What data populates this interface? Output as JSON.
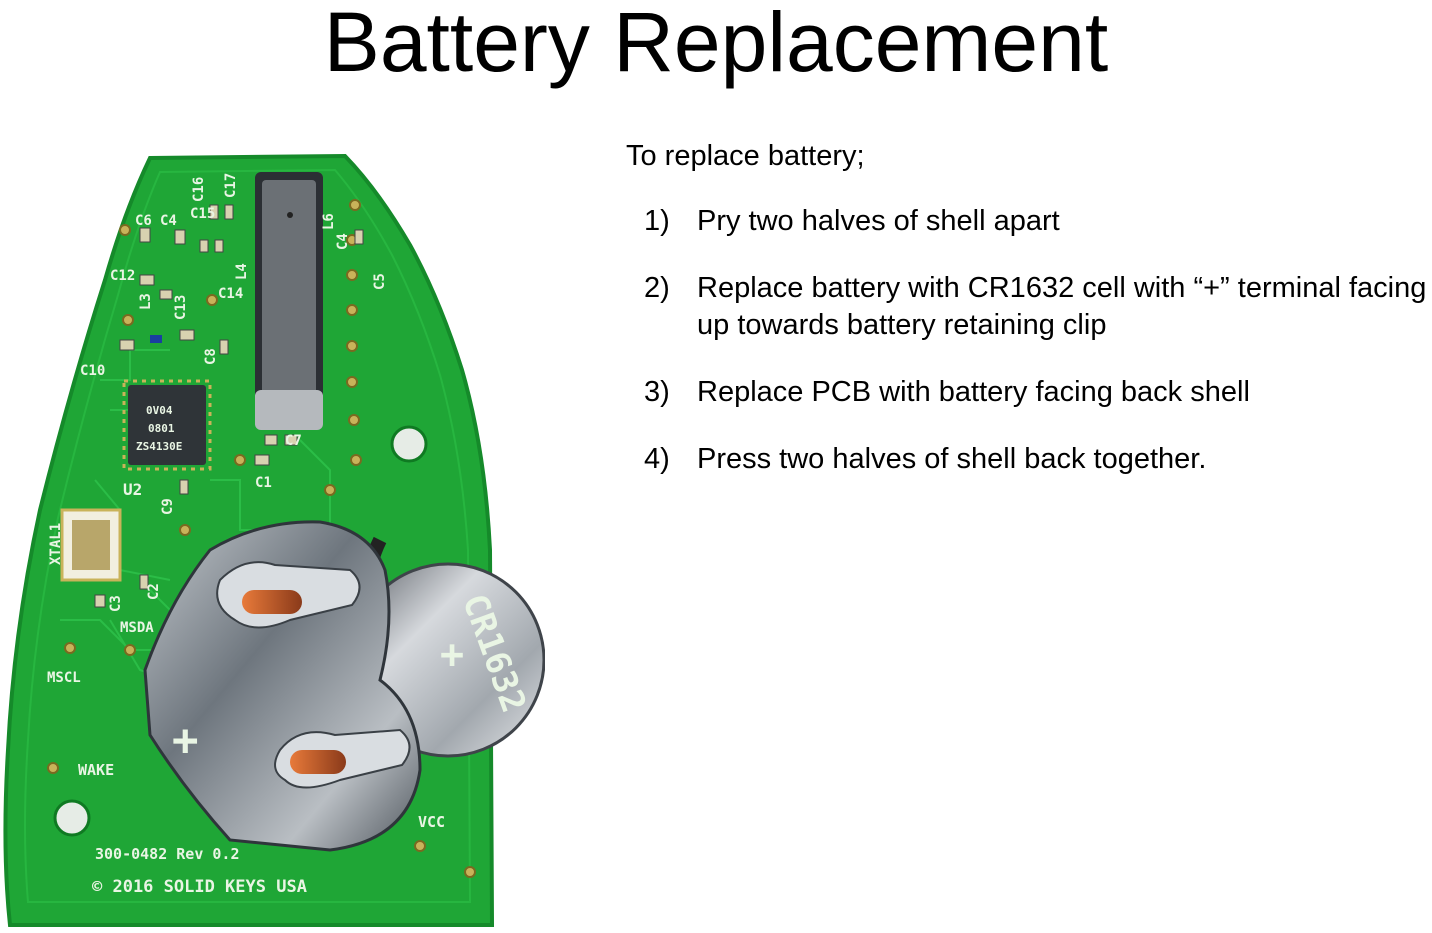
{
  "slide": {
    "title": "Battery Replacement",
    "intro": "To replace battery;",
    "steps": [
      {
        "number": "1)",
        "text": "Pry two halves of shell apart"
      },
      {
        "number": "2)",
        "text": "Replace battery with CR1632 cell with “+” terminal facing up towards battery retaining clip"
      },
      {
        "number": "3)",
        "text": "Replace PCB with battery facing back shell"
      },
      {
        "number": "4)",
        "text": "Press two halves of shell back together."
      }
    ]
  },
  "photo": {
    "board_labels": {
      "c6": "C6",
      "c4a": "C4",
      "c16": "C16",
      "c17": "C17",
      "c15": "C15",
      "c12": "C12",
      "l3": "L3",
      "c13": "C13",
      "c14": "C14",
      "l4": "L4",
      "l6": "L6",
      "c4b": "C4",
      "c5": "C5",
      "c8": "C8",
      "c10": "C10",
      "c7": "C7",
      "c1": "C1",
      "u2": "U2",
      "c9": "C9",
      "xtal1": "XTAL1",
      "c3": "C3",
      "c2": "C2",
      "msda": "MSDA",
      "mscl": "MSCL",
      "wake": "WAKE",
      "vcc": "VCC",
      "rev": "300-0482 Rev 0.2",
      "copyright": "© 2016 SOLID KEYS USA"
    },
    "chip_lines": [
      "0V04",
      "0801",
      "ZS4130E"
    ],
    "battery_label": "CR1632",
    "battery_plus": "+",
    "holder_plus": "+",
    "colors": {
      "pcb_green": "#1fa636",
      "pcb_edge": "#158a2a",
      "silkscreen": "#e9f5e4",
      "pad_gold": "#c9b35a",
      "battery_silver": "#c8ccd0",
      "holder_metal": "#8f979f"
    }
  }
}
